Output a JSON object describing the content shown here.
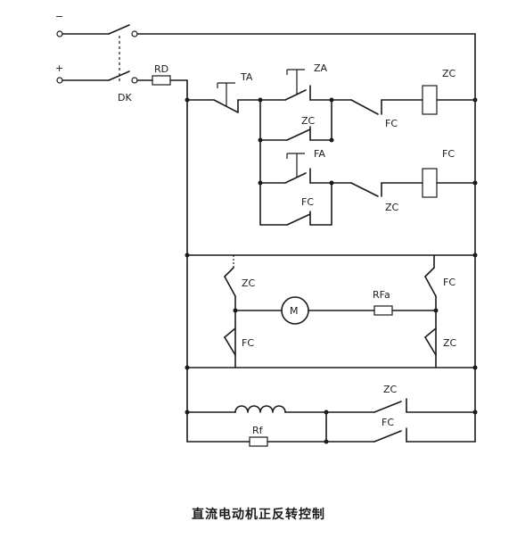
{
  "labels": {
    "minus": "−",
    "plus": "+",
    "dk": "DK",
    "rd": "RD",
    "ta": "TA",
    "za": "ZA",
    "zc_coil": "ZC",
    "fc_contact_top": "FC",
    "zc_hold": "ZC",
    "fa": "FA",
    "fc_coil": "FC",
    "zc_contact": "ZC",
    "fc_hold": "FC",
    "zc_arm_left": "ZC",
    "fc_arm_right_top": "FC",
    "motor": "M",
    "rfa": "RFa",
    "fc_arm_left": "FC",
    "zc_arm_right": "ZC",
    "zc_field": "ZC",
    "rf": "Rf",
    "fc_field": "FC"
  },
  "caption": "直流电动机正反转控制"
}
